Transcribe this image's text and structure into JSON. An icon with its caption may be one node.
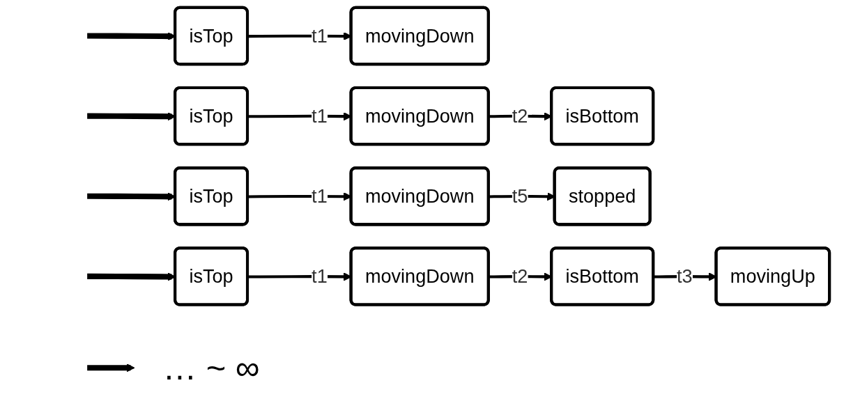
{
  "diagram": {
    "nodes": [
      {
        "text": [
          "isTop"
        ]
      },
      {
        "text": [
          "movingDown"
        ]
      },
      {
        "text": [
          "isTop"
        ]
      },
      {
        "text": [
          "movingDown"
        ]
      },
      {
        "text": [
          "isBottom"
        ]
      },
      {
        "text": [
          "isTop"
        ]
      },
      {
        "text": [
          "movingDown"
        ]
      },
      {
        "text": [
          "stopped"
        ]
      },
      {
        "text": [
          "isTop"
        ]
      },
      {
        "text": [
          "movingDown"
        ]
      },
      {
        "text": [
          "isBottom"
        ]
      },
      {
        "text": [
          "movingUp"
        ]
      },
      {
        "text": [
          "… ~ ∞"
        ]
      }
    ],
    "edges": [
      {
        "from": null,
        "to": 0,
        "arrow": "to",
        "style": "thick"
      },
      {
        "from": 0,
        "to": 1,
        "arrow": "to",
        "label": "t1"
      },
      {
        "from": null,
        "to": 2,
        "arrow": "to",
        "style": "thick"
      },
      {
        "from": 2,
        "to": 3,
        "arrow": "to",
        "label": "t1"
      },
      {
        "from": 3,
        "to": 4,
        "arrow": "to",
        "label": "t2"
      },
      {
        "from": null,
        "to": 5,
        "arrow": "to",
        "style": "thick"
      },
      {
        "from": 5,
        "to": 6,
        "arrow": "to",
        "label": "t1"
      },
      {
        "from": 6,
        "to": 7,
        "arrow": "to",
        "label": "t5"
      },
      {
        "from": null,
        "to": 8,
        "arrow": "to",
        "style": "thick"
      },
      {
        "from": 8,
        "to": 9,
        "arrow": "to",
        "label": "t1"
      },
      {
        "from": 9,
        "to": 10,
        "arrow": "to",
        "label": "t2"
      },
      {
        "from": 10,
        "to": 11,
        "arrow": "to",
        "label": "t3"
      },
      {
        "from": null,
        "to": 12,
        "arrow": "to",
        "style": "thick"
      }
    ]
  }
}
